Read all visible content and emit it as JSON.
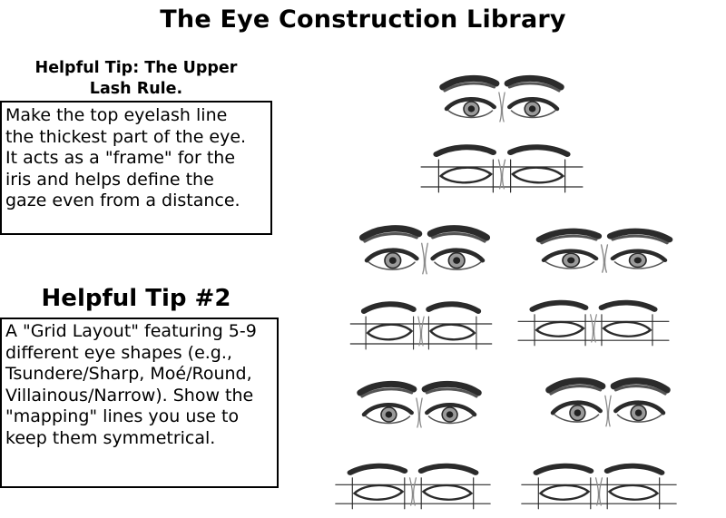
{
  "page": {
    "title": "The Eye Construction Library"
  },
  "tip1": {
    "heading": "Helpful Tip: The Upper Lash Rule.",
    "body": "Make the top eyelash line\nthe thickest part of the eye.\nIt acts as a \"frame\" for the\niris and helps define the\ngaze even from a distance."
  },
  "tip2": {
    "heading": "Helpful Tip #2",
    "body": "A \"Grid Layout\" featuring 5-9\ndifferent eye shapes (e.g.,\nTsundere/Sharp, Moé/Round,\nVillainous/Narrow). Show the\n\"mapping\" lines you use to\nkeep them symmetrical."
  },
  "illustration": {
    "stroke_color": "#2b2b2b",
    "sketch_color": "#6e6e6e"
  }
}
